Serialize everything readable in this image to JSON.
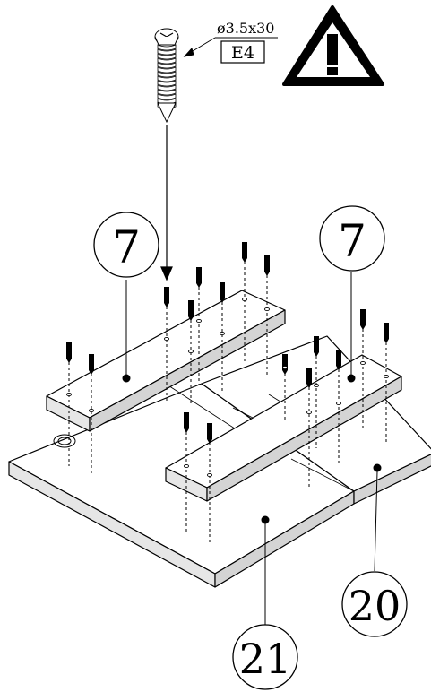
{
  "screw": {
    "size_label": "ø3.5x30",
    "code_label": "E4"
  },
  "warning": {
    "symbol": "!",
    "icon": "warning-triangle-icon"
  },
  "callouts": [
    {
      "id": "part-7-left",
      "label": "7"
    },
    {
      "id": "part-7-right",
      "label": "7"
    },
    {
      "id": "part-20",
      "label": "20"
    },
    {
      "id": "part-21",
      "label": "21"
    }
  ],
  "colors": {
    "line": "#000000",
    "board_side": "#cfcfcf",
    "background": "#ffffff"
  }
}
